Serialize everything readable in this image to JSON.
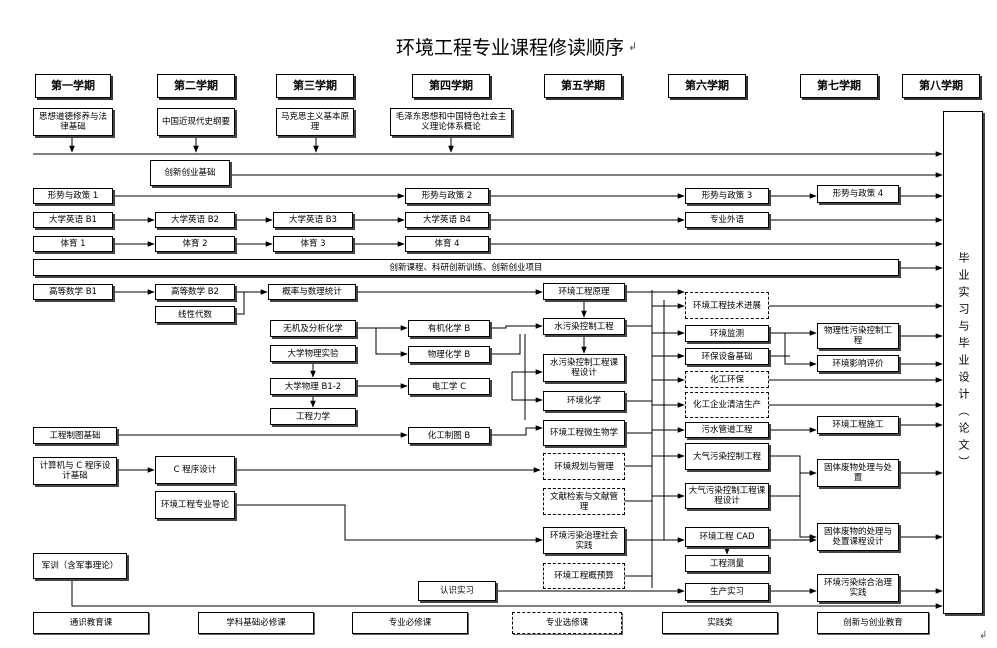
{
  "title": "环境工程专业课程修读顺序",
  "chart_data": {
    "type": "flowchart",
    "title": "环境工程专业课程修读顺序",
    "semesters": [
      "第一学期",
      "第二学期",
      "第三学期",
      "第四学期",
      "第五学期",
      "第六学期",
      "第七学期",
      "第八学期"
    ],
    "graduation": "毕业实习与毕业设计（论文）",
    "legend": [
      "通识教育课",
      "学科基础必修课",
      "专业必修课",
      "专业选修课",
      "实践类",
      "创新与创业教育"
    ],
    "courses": {
      "sixiang": "思想道德修养与法律基础",
      "jindaishi": "中国近现代史纲要",
      "makesi": "马克思主义基本原理",
      "maogai": "毛泽东思想和中国特色社会主义理论体系概论",
      "chuangxin_jichu": "创新创业基础",
      "xingshi1": "形势与政策 1",
      "xingshi2": "形势与政策 2",
      "xingshi3": "形势与政策 3",
      "xingshi4": "形势与政策 4",
      "yingyu1": "大学英语 B1",
      "yingyu2": "大学英语 B2",
      "yingyu3": "大学英语 B3",
      "yingyu4": "大学英语 B4",
      "zhuanye_waiyu": "专业外语",
      "tiyu1": "体育 1",
      "tiyu2": "体育 2",
      "tiyu3": "体育 3",
      "tiyu4": "体育 4",
      "chuangxin_xiangmu": "创新课程、科研创新训练、创新创业项目",
      "gaoshu1": "高等数学 B1",
      "gaoshu2": "高等数学 B2",
      "xianxing": "线性代数",
      "gailv": "概率与数理统计",
      "wuji": "无机及分析化学",
      "wuli_shiyan": "大学物理实验",
      "wuli": "大学物理 B1-2",
      "gongcheng_lixue": "工程力学",
      "youji": "有机化学 B",
      "wuli_huaxue": "物理化学 B",
      "diangong": "电工学 C",
      "huagong_zhitu": "化工制图 B",
      "gongcheng_zhitu": "工程制图基础",
      "jisuanji": "计算机与 C 程序设计基础",
      "c_chengxu": "C 程序设计",
      "daolun": "环境工程专业导论",
      "junxun": "军训（含军事理论）",
      "renshi_shixi": "认识实习",
      "yuanli": "环境工程原理",
      "shuiwuran": "水污染控制工程",
      "shuiwuran_sheji": "水污染控制工程课程设计",
      "huanjing_huaxue": "环境化学",
      "weishengwu": "环境工程微生物学",
      "guihua": "环境规划与管理",
      "wenxian": "文献检索与文献管理",
      "zhili_shijian": "环境污染治理社会实践",
      "gaiyusuan": "环境工程概预算",
      "jishu_jinzhan": "环境工程技术进展",
      "jiance": "环境监测",
      "shebei": "环保设备基础",
      "huagong_huanbao": "化工环保",
      "qingjie_shengchan": "化工企业清洁生产",
      "guandao": "污水管道工程",
      "daqi": "大气污染控制工程",
      "daqi_sheji": "大气污染控制工程课程设计",
      "cad": "环境工程 CAD",
      "celiang": "工程测量",
      "shengchan_shixi": "生产实习",
      "wuli_fangzhi": "物理性污染控制工程",
      "yingxiang": "环境影响评价",
      "shigong": "环境工程施工",
      "guti": "固体废物处理与处置",
      "guti_sheji": "固体废物的处理与处置课程设计",
      "zonghe_shijian": "环境污染综合治理实践"
    }
  }
}
